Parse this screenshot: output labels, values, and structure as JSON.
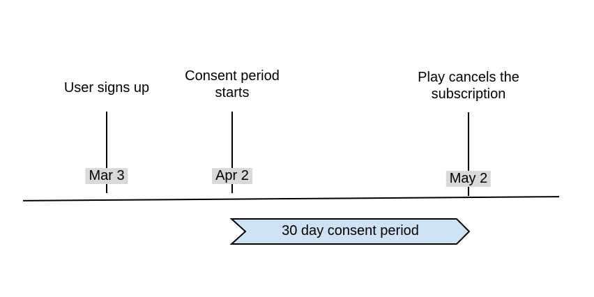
{
  "diagram": {
    "type": "timeline",
    "events": [
      {
        "label": "User signs up",
        "date": "Mar 3"
      },
      {
        "label": "Consent period\nstarts",
        "date": "Apr 2"
      },
      {
        "label": "Play cancels the\nsubscription",
        "date": "May 2"
      }
    ],
    "banner": {
      "label": "30 day consent period"
    },
    "colors": {
      "line": "#000000",
      "date_badge_bg": "#d9d9d9",
      "banner_fill": "#cfe2f3",
      "banner_stroke": "#000000",
      "text": "#000000"
    }
  }
}
